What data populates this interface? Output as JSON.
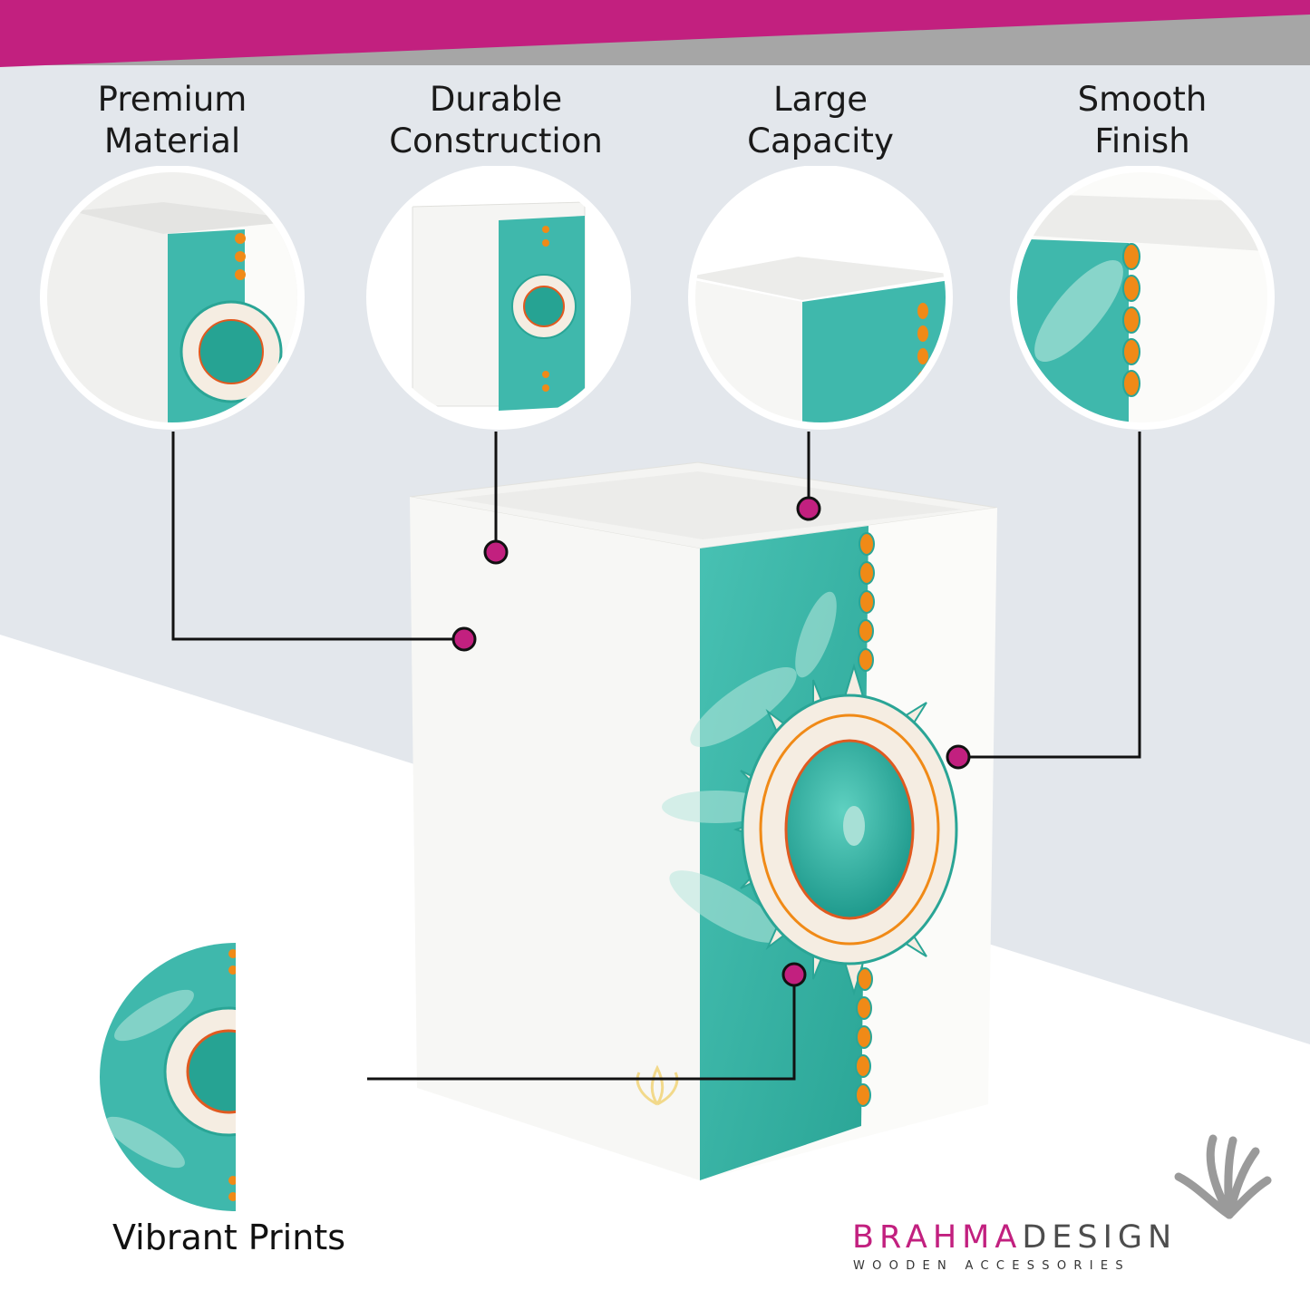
{
  "features": [
    {
      "title": "Premium\nMaterial"
    },
    {
      "title": "Durable\nConstruction"
    },
    {
      "title": "Large\nCapacity"
    },
    {
      "title": "Smooth\nFinish"
    }
  ],
  "callout": {
    "title": "Vibrant Prints"
  },
  "brand": {
    "name_part1": "BRAHMA",
    "name_part2": "DESIGN",
    "tagline": "WOODEN ACCESSORIES",
    "logo_icon": "lotus-leaf-icon"
  },
  "colors": {
    "accent": "#c2207f",
    "gray_band": "#a6a6a6",
    "background_gray": "#e3e7ec",
    "teal": "#3fb8ac",
    "teal_dark": "#1e9c8f",
    "orange": "#f08a17",
    "connector_dot": "#c2207f"
  }
}
